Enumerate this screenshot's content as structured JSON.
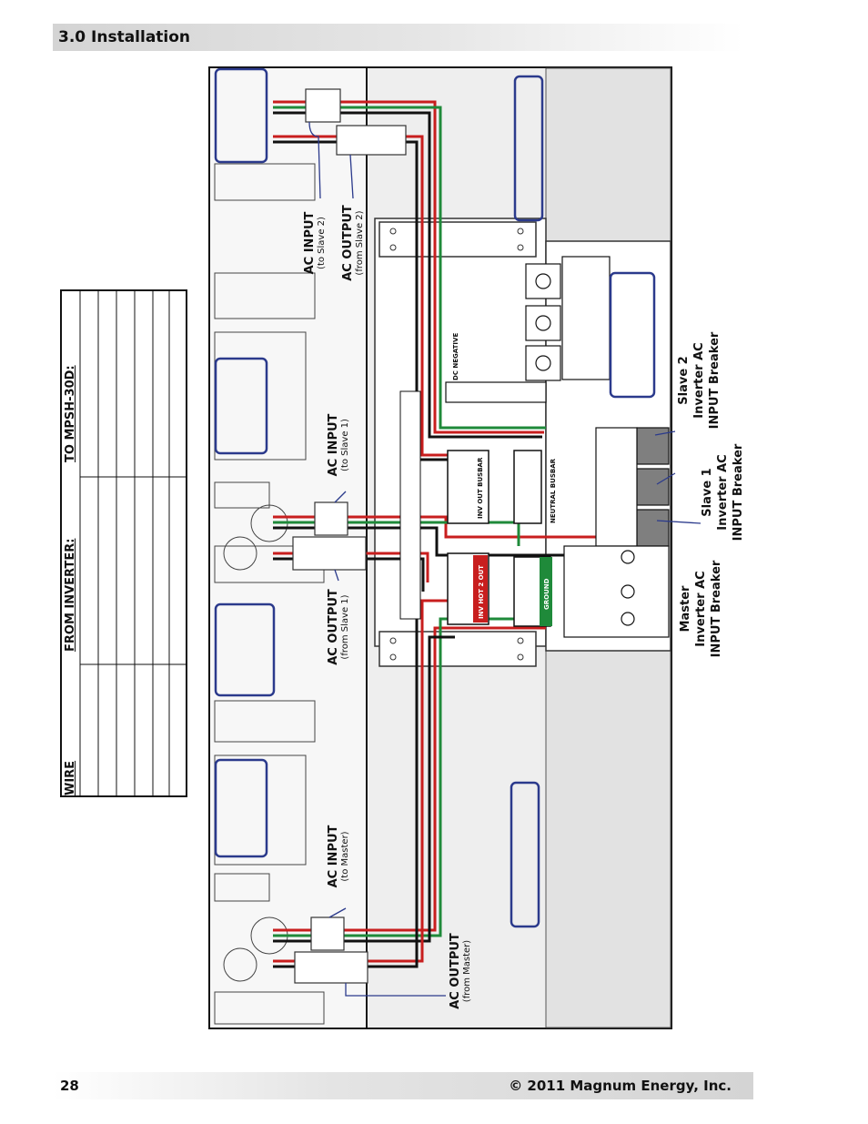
{
  "header": {
    "title": "3.0 Installation"
  },
  "footer": {
    "page_number": "28",
    "copyright": "© 2011 Magnum Energy, Inc."
  },
  "wire_table": {
    "headers": [
      "WIRE",
      "FROM INVERTER:",
      "TO MPSH-30D:"
    ]
  },
  "callouts": {
    "ac_input_slave2": {
      "main": "AC INPUT",
      "sub": "(to Slave 2)"
    },
    "ac_output_slave2": {
      "main": "AC OUTPUT",
      "sub": "(from Slave 2)"
    },
    "ac_input_slave1": {
      "main": "AC INPUT",
      "sub": "(to Slave 1)"
    },
    "ac_output_slave1": {
      "main": "AC OUTPUT",
      "sub": "(from Slave 1)"
    },
    "ac_input_master": {
      "main": "AC INPUT",
      "sub": "(to Master)"
    },
    "ac_output_master": {
      "main": "AC OUTPUT",
      "sub": "(from Master)"
    }
  },
  "breakers": {
    "slave2": [
      "Slave 2",
      "Inverter AC",
      "INPUT Breaker"
    ],
    "slave1": [
      "Slave 1",
      "Inverter AC",
      "INPUT Breaker"
    ],
    "master": [
      "Master",
      "Inverter AC",
      "INPUT Breaker"
    ]
  },
  "panel_labels": {
    "dc_negative": "DC NEGATIVE",
    "inv_out_busbar": "INV OUT BUSBAR",
    "neutral_busbar": "NEUTRAL BUSBAR",
    "inv_hot2_out": "INV HOT 2 OUT",
    "ground": "GROUND"
  },
  "colors": {
    "wire_red": "#c81e1e",
    "wire_green": "#1f8a3a",
    "wire_black": "#111111",
    "callout_box": "#2b3a8c"
  }
}
